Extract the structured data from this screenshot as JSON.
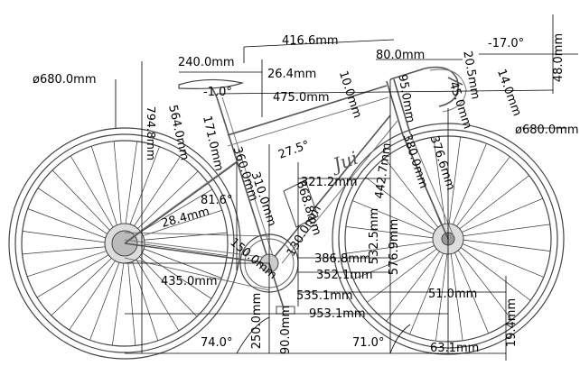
{
  "labels": {
    "wheel_dia_rear": "ø680.0mm",
    "wheel_dia_front": "ø680.0mm",
    "stack_total": "794.8mm",
    "saddle_setback": "240.0mm",
    "saddle_offset": "26.4mm",
    "saddle_angle": "-1.0°",
    "seatpost_len": "564.0mm",
    "seat_tube_ext": "171.0mm",
    "top_reach": "416.6mm",
    "top_tube": "475.0mm",
    "stem_len": "80.0mm",
    "stem_angle": "-17.0°",
    "spacer": "48.0mm",
    "bar_reach": "20.5mm",
    "bar_drop": "14.0mm",
    "head_tube": "10.0mm",
    "fork_offset": "95.0mm",
    "hood_height": "45.0mm",
    "seat_angle_small": "27.5°",
    "top_tube_drop": "360.0mm",
    "seat_cluster": "310.0mm",
    "seat_tube_ct": "321.2mm",
    "effective_st": "668.8mm",
    "head_len": "442.7mm",
    "fork_len": "380.0mm",
    "head_ext": "376.6mm",
    "chainstay_angle": "81.6°",
    "bb_offset": "28.4mm",
    "crank_len": "150.0mm",
    "chainring": "130.0mm",
    "down_tube": "532.5mm",
    "front_center_v": "576.9mm",
    "front_center": "386.8mm",
    "reach_h": "352.1mm",
    "chainstay": "435.0mm",
    "fork_rake": "51.0mm",
    "bb_front": "535.1mm",
    "wheelbase": "953.1mm",
    "bb_height": "250.0mm",
    "crank_drop": "90.0mm",
    "axle_drop": "19.4mm",
    "seat_angle": "74.0°",
    "head_angle": "71.0°",
    "trail": "63.1mm",
    "logo_text": "Jui"
  }
}
